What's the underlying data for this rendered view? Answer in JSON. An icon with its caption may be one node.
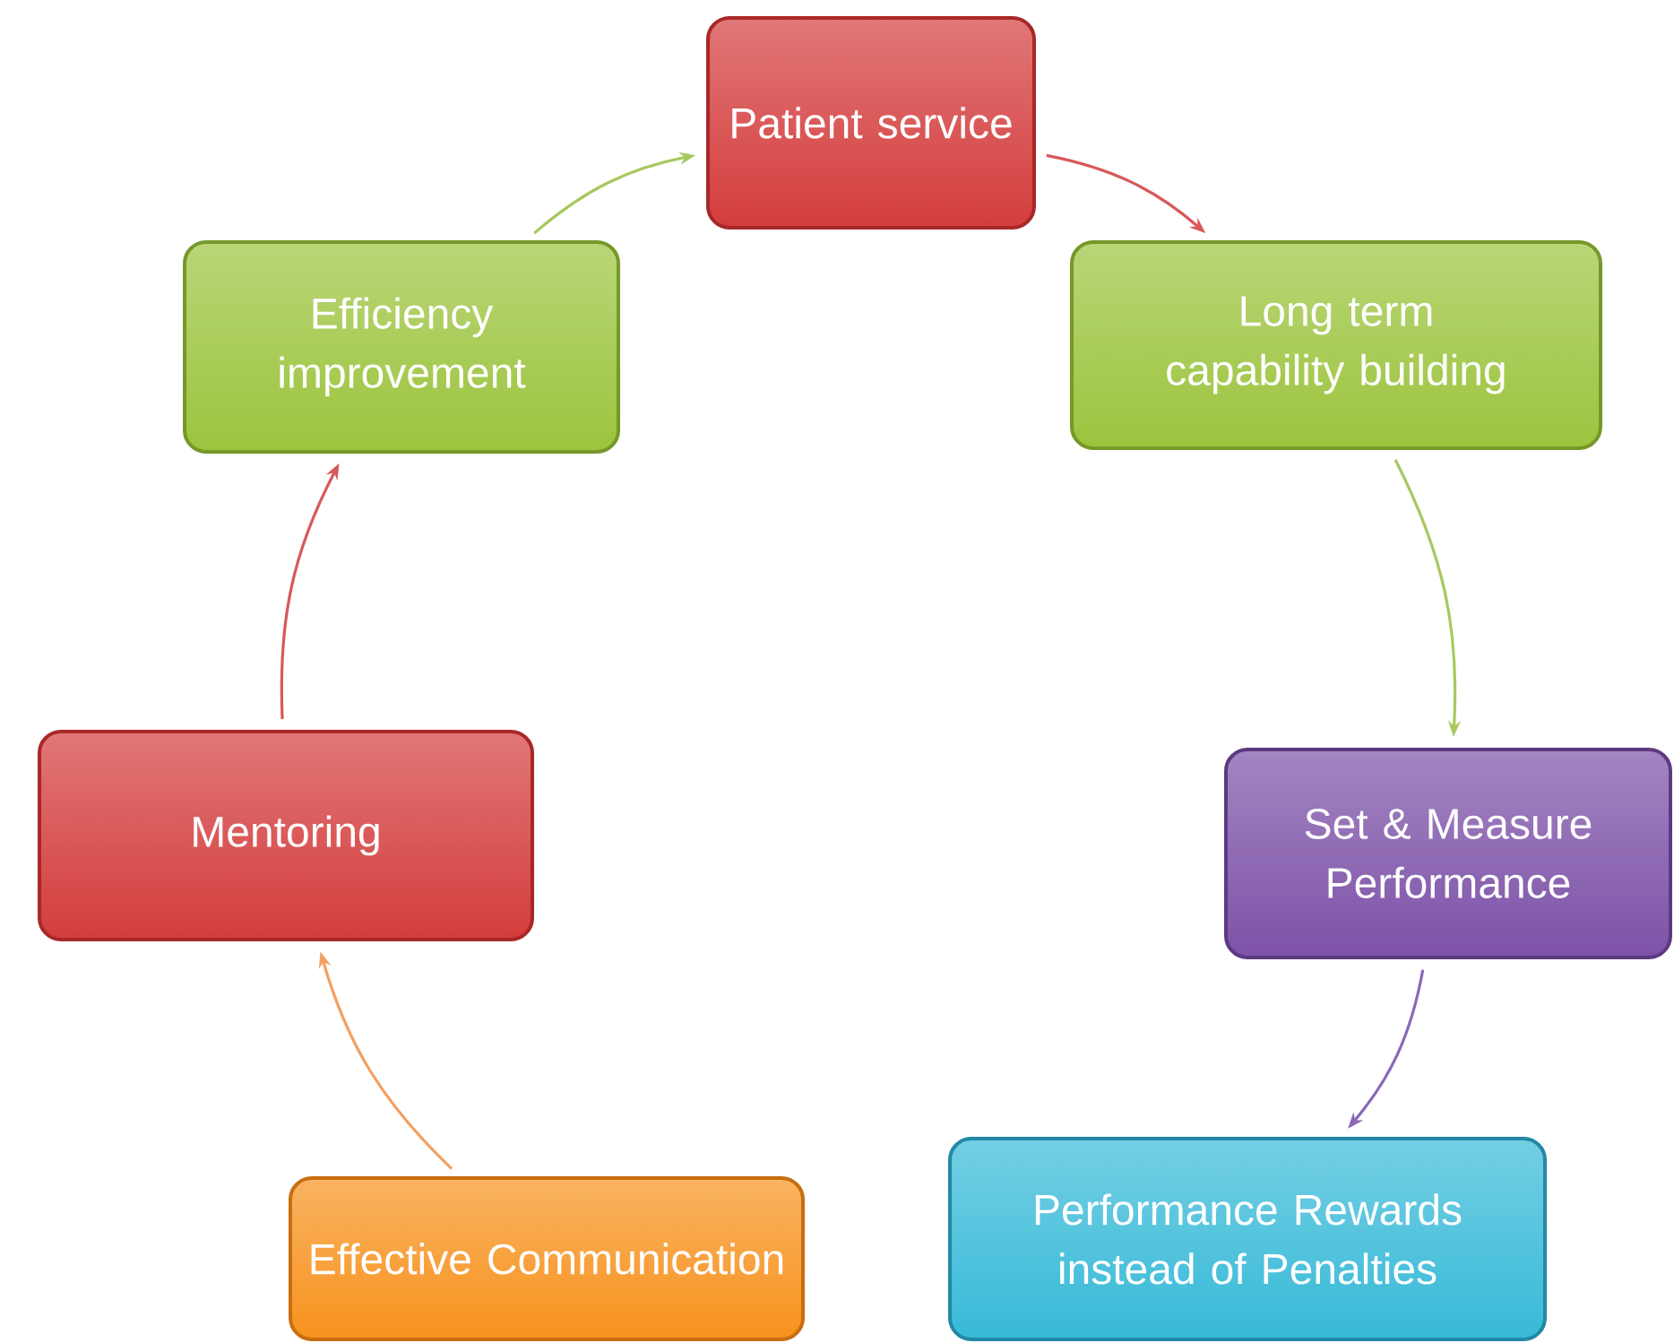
{
  "diagram": {
    "nodes": [
      {
        "text": [
          "Patient service"
        ]
      },
      {
        "text": [
          "Long term capability building"
        ]
      },
      {
        "text": [
          "Set & Measure Performance"
        ]
      },
      {
        "text": [
          "Performance Rewards instead of Penalties"
        ]
      },
      {
        "text": [
          "Effective Communication"
        ]
      },
      {
        "text": [
          "Mentoring"
        ]
      },
      {
        "text": [
          "Efficiency improvement"
        ]
      }
    ],
    "edges": [
      {
        "from": 0,
        "to": 1,
        "arrow": "to",
        "color": "#d9585a"
      },
      {
        "from": 1,
        "to": 2,
        "arrow": "to",
        "color": "#a8c860"
      },
      {
        "from": 2,
        "to": 3,
        "arrow": "to",
        "color": "#8a68b8"
      },
      {
        "from": 4,
        "to": 5,
        "arrow": "to",
        "color": "#f4a060"
      },
      {
        "from": 5,
        "to": 6,
        "arrow": "to",
        "color": "#d9585a"
      },
      {
        "from": 6,
        "to": 0,
        "arrow": "to",
        "color": "#a8c860"
      }
    ]
  }
}
